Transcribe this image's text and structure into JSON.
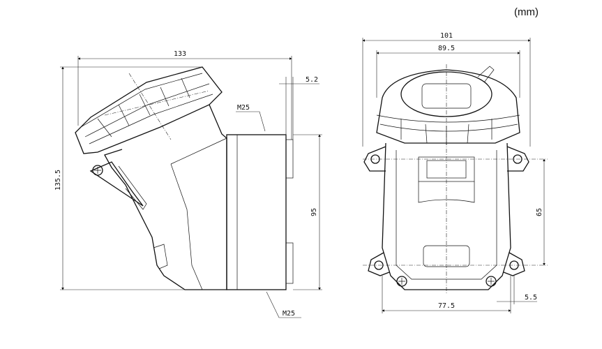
{
  "unit_label": "(mm)",
  "side_view": {
    "width_dim": "133",
    "height_dim": "135.5",
    "offset_dim": "5.2",
    "thread_top": "M25",
    "body_height_dim": "95",
    "thread_bottom": "M25"
  },
  "front_view": {
    "overall_width_dim": "101",
    "inner_width_dim": "89.5",
    "mount_spacing_dim": "65",
    "base_width_dim": "77.5",
    "hole_offset_dim": "5.5"
  }
}
